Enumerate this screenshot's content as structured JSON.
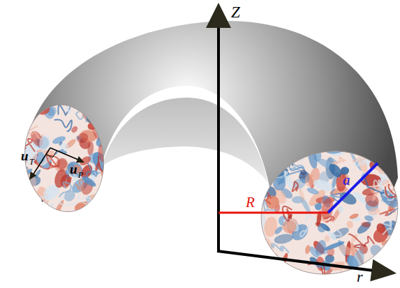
{
  "diagram": {
    "labels": [
      "Z",
      "u",
      "P",
      "u",
      "T",
      "R",
      "a",
      "r"
    ]
  }
}
